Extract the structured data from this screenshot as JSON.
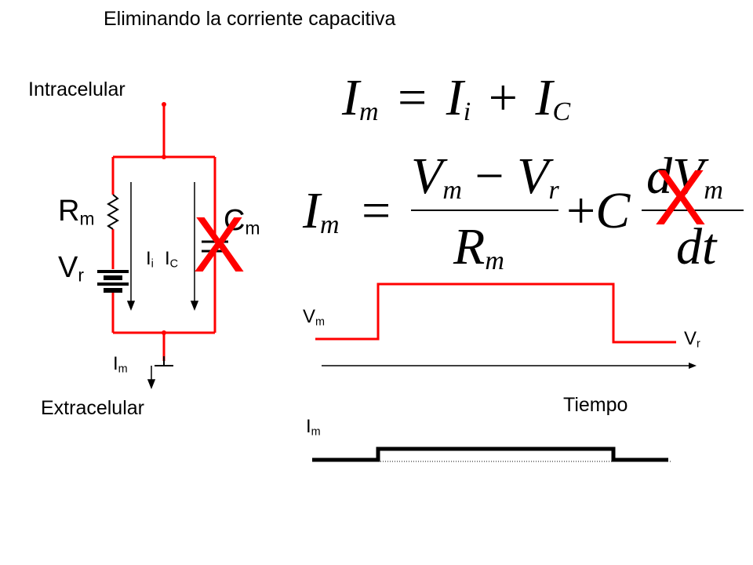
{
  "title": "Eliminando la corriente capacitiva",
  "labels": {
    "intracelular": "Intracelular",
    "extracelular": "Extracelular",
    "R": "R",
    "R_sub": "m",
    "V": "V",
    "V_sub": "r",
    "C": "C",
    "C_sub": "m",
    "Ii": "I",
    "Ii_sub": "i",
    "IC": "I",
    "IC_sub": "C",
    "Im": "I",
    "Im_sub": "m",
    "Vm": "V",
    "Vm_sub": "m",
    "Vr": "V",
    "Vr_sub": "r",
    "tiempo": "Tiempo",
    "Im2": "I",
    "Im2_sub": "m"
  },
  "equations": {
    "eq1": {
      "I": "I",
      "m": "m",
      "eq": "=",
      "Ii": "I",
      "i": "i",
      "plus": "+",
      "IC": "I",
      "C": "C"
    },
    "eq2": {
      "I": "I",
      "m": "m",
      "eq": "=",
      "Vm": "V",
      "m1": "m",
      "minus": "−",
      "Vr": "V",
      "r": "r",
      "R": "R",
      "m2": "m",
      "plus": "+",
      "C": "C",
      "dV": "dV",
      "m3": "m",
      "dt": "dt"
    }
  },
  "cross_marks": [
    "X",
    "X"
  ],
  "colors": {
    "circuit": "#ff0000",
    "trace": "#ff0000",
    "cross": "#ff0000",
    "current": "#000000"
  }
}
